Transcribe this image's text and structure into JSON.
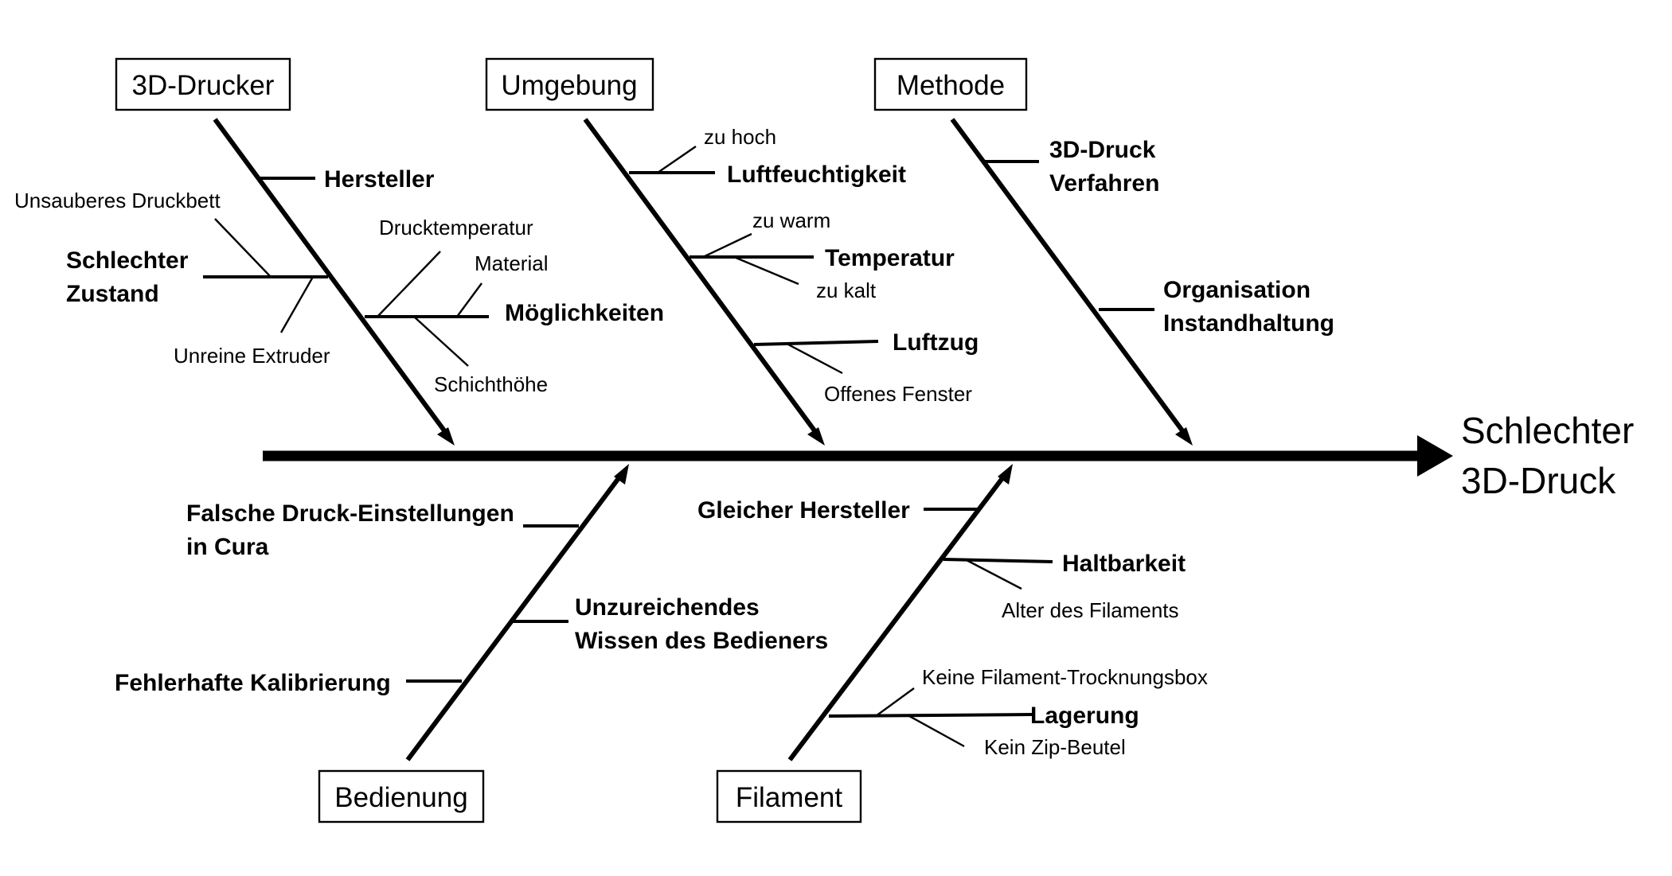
{
  "effect": {
    "line1": "Schlechter",
    "line2": "3D-Druck"
  },
  "categories": {
    "drucker": "3D-Drucker",
    "umgebung": "Umgebung",
    "methode": "Methode",
    "bedienung": "Bedienung",
    "filament": "Filament"
  },
  "drucker": {
    "hersteller": "Hersteller",
    "zustand_l1": "Schlechter",
    "zustand_l2": "Zustand",
    "zustand_sub1": "Unsauberes Druckbett",
    "zustand_sub2": "Unreine Extruder",
    "moeglichkeiten": "Möglichkeiten",
    "moeg_sub1": "Drucktemperatur",
    "moeg_sub2": "Material",
    "moeg_sub3": "Schichthöhe"
  },
  "umgebung": {
    "luftfeuchtigkeit": "Luftfeuchtigkeit",
    "luft_sub1": "zu hoch",
    "temperatur": "Temperatur",
    "temp_sub1": "zu warm",
    "temp_sub2": "zu kalt",
    "luftzug": "Luftzug",
    "luftzug_sub1": "Offenes Fenster"
  },
  "methode": {
    "verfahren_l1": "3D-Druck",
    "verfahren_l2": "Verfahren",
    "organisation_l1": "Organisation",
    "organisation_l2": "Instandhaltung"
  },
  "bedienung": {
    "einstellungen_l1": "Falsche Druck-Einstellungen",
    "einstellungen_l2": "in Cura",
    "wissen_l1": "Unzureichendes",
    "wissen_l2": "Wissen des Bedieners",
    "kalibrierung": "Fehlerhafte Kalibrierung"
  },
  "filament": {
    "gleicher_hersteller": "Gleicher Hersteller",
    "haltbarkeit": "Haltbarkeit",
    "halt_sub1": "Alter des Filaments",
    "lagerung": "Lagerung",
    "lager_sub1": "Keine Filament-Trocknungsbox",
    "lager_sub2": "Kein Zip-Beutel"
  }
}
